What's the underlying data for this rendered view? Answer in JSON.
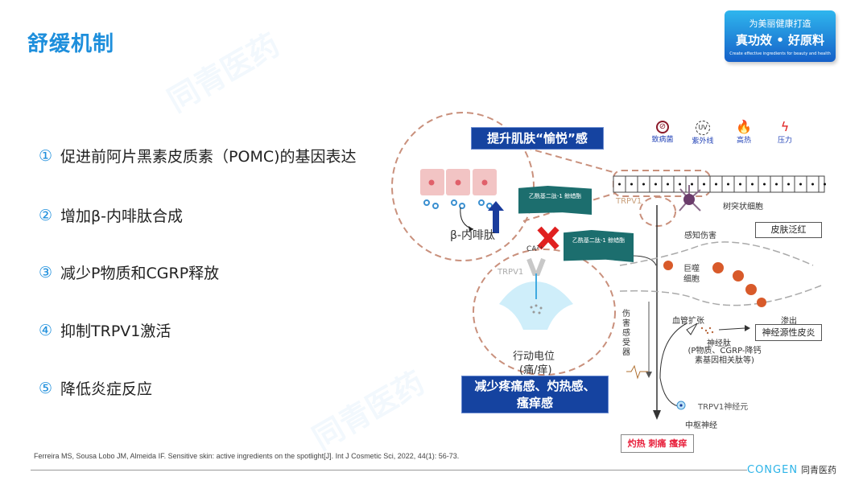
{
  "header": {
    "title": "舒缓机制"
  },
  "badge": {
    "line1": "为美丽健康打造",
    "line2": "真功效 • 好原料",
    "line3": "Create effective ingredients for beauty and health"
  },
  "points": [
    {
      "num": "①",
      "text": "促进前阿片黑素皮质素（POMC)的基因表达"
    },
    {
      "num": "②",
      "text": "增加β-内啡肽合成"
    },
    {
      "num": "③",
      "text": "减少P物质和CGRP释放"
    },
    {
      "num": "④",
      "text": "抑制TRPV1激活"
    },
    {
      "num": "⑤",
      "text": "降低炎症反应"
    }
  ],
  "diagram": {
    "top_banner": "提升肌肤“愉悦”感",
    "bottom_banner": "减少疼痛感、灼热感、瘙痒感",
    "peptide_label": "乙酰基二肽-1 鲸蜡酯",
    "beta_endorphin": "β-内啡肽",
    "ca": "CA²⁺",
    "trpv1": "TRPV1",
    "action_potential": "行动电位",
    "pain_itch": "(痛/痒)",
    "stimuli": [
      {
        "label": "致病菌",
        "icon": "pathogen-icon",
        "color": "#8b1a2a"
      },
      {
        "label": "紫外线",
        "icon": "uv-icon",
        "color": "#333333"
      },
      {
        "label": "高热",
        "icon": "fire-icon",
        "color": "#f26b1d"
      },
      {
        "label": "压力",
        "icon": "lightning-icon",
        "color": "#e02020"
      }
    ],
    "dendritic": "树突状细胞",
    "sense_harm": "感知伤害",
    "skin_redness": "皮肤泛红",
    "macrophage": "巨噬细胞",
    "vasodilation": "血管扩张",
    "exudation": "渗出",
    "nociceptor": "伤害感受器",
    "neurogenic": "神经源性皮炎",
    "neuropeptide": "神经肽",
    "neuropeptide_detail": "(P物质、CGRP-降钙素基因相关肽等)",
    "trpv1_neuron": "TRPV1神经元",
    "cns": "中枢神经",
    "symptoms": "灼热 刺痛 瘙痒"
  },
  "footer": {
    "reference": "Ferreira MS, Sousa Lobo JM, Almeida IF. Sensitive skin: active  ingredients on the spotlight[J]. Int J Cosmetic Sci, 2022, 44(1): 56-73.",
    "logo_en": "CONGEN",
    "logo_cn": "同青医药"
  }
}
